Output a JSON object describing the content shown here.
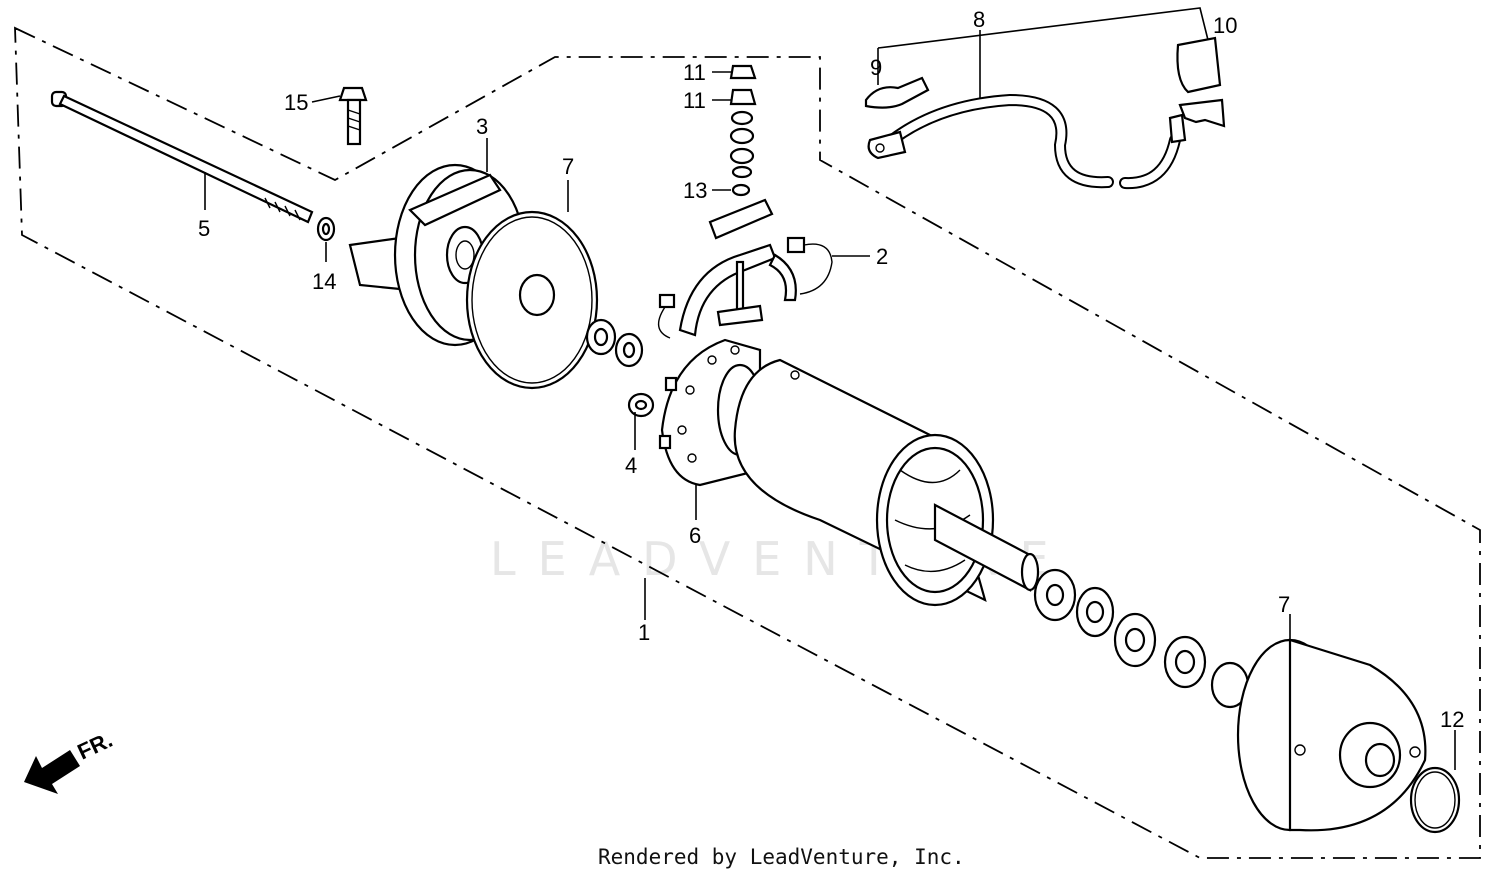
{
  "diagram": {
    "callouts": {
      "c1": "1",
      "c2": "2",
      "c3": "3",
      "c4": "4",
      "c5": "5",
      "c6": "6",
      "c7a": "7",
      "c7b": "7",
      "c8": "8",
      "c9": "9",
      "c10": "10",
      "c11a": "11",
      "c11b": "11",
      "c12": "12",
      "c13": "13",
      "c14": "14",
      "c15": "15"
    },
    "direction_label": "FR.",
    "watermark": "LEADVENTURE",
    "footer": "Rendered by LeadVenture, Inc."
  }
}
